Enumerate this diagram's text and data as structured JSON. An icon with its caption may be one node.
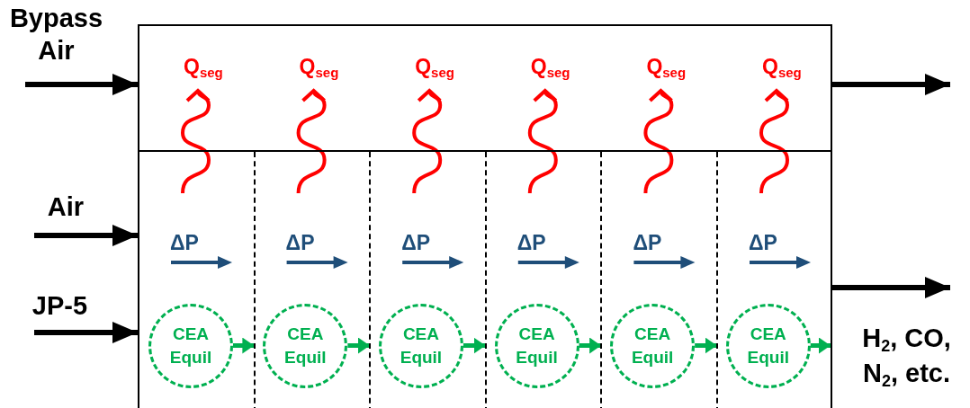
{
  "diagram": {
    "nodes": [
      {
        "text": [],
        "shape": "box"
      },
      {
        "text": [],
        "shape": "box"
      },
      {
        "text": [],
        "shape": "box",
        "in": 1
      },
      {
        "text": [],
        "shape": "box",
        "in": 1
      },
      {
        "text": [],
        "shape": "box",
        "in": 1
      },
      {
        "text": [],
        "shape": "box",
        "in": 1
      },
      {
        "text": [],
        "shape": "box",
        "in": 1
      },
      {
        "text": [],
        "shape": "box",
        "in": 1
      },
      {
        "text": [
          "CEA Equil"
        ],
        "in": 2
      },
      {
        "text": [
          "CEA Equil"
        ],
        "in": 3
      },
      {
        "text": [
          "CEA Equil"
        ],
        "in": 4
      },
      {
        "text": [
          "CEA Equil"
        ],
        "in": 5
      },
      {
        "text": [
          "CEA Equil"
        ],
        "in": 6
      },
      {
        "text": [
          "CEA Equil"
        ],
        "in": 7
      }
    ],
    "edges": [
      {
        "from": null,
        "to": 0,
        "arrow": "to",
        "label": "Bypass Air",
        "color": "#000000"
      },
      {
        "from": null,
        "to": 1,
        "arrow": "to",
        "label": "Air",
        "color": "#000000"
      },
      {
        "from": null,
        "to": 1,
        "arrow": "to",
        "label": "JP-5",
        "color": "#000000"
      },
      {
        "from": 0,
        "to": null,
        "arrow": "to",
        "color": "#000000"
      },
      {
        "from": 1,
        "to": null,
        "arrow": "to",
        "label": "H$_{2}$, CO, N$_{2}$, etc.",
        "color": "#000000"
      },
      {
        "from": 8,
        "to": 3,
        "arrow": "to",
        "color": "#00b050"
      },
      {
        "from": 9,
        "to": 4,
        "arrow": "to",
        "color": "#00b050"
      },
      {
        "from": 10,
        "to": 5,
        "arrow": "to",
        "color": "#00b050"
      },
      {
        "from": 11,
        "to": 6,
        "arrow": "to",
        "color": "#00b050"
      },
      {
        "from": 12,
        "to": 7,
        "arrow": "to",
        "color": "#00b050"
      },
      {
        "from": 13,
        "to": 1,
        "arrow": "to",
        "color": "#00b050"
      }
    ],
    "labels": [
      "Q$_{seg}$",
      "Q$_{seg}$",
      "Q$_{seg}$",
      "Q$_{seg}$",
      "Q$_{seg}$",
      "Q$_{seg}$",
      "ΔP",
      "ΔP",
      "ΔP",
      "ΔP",
      "ΔP",
      "ΔP"
    ]
  }
}
